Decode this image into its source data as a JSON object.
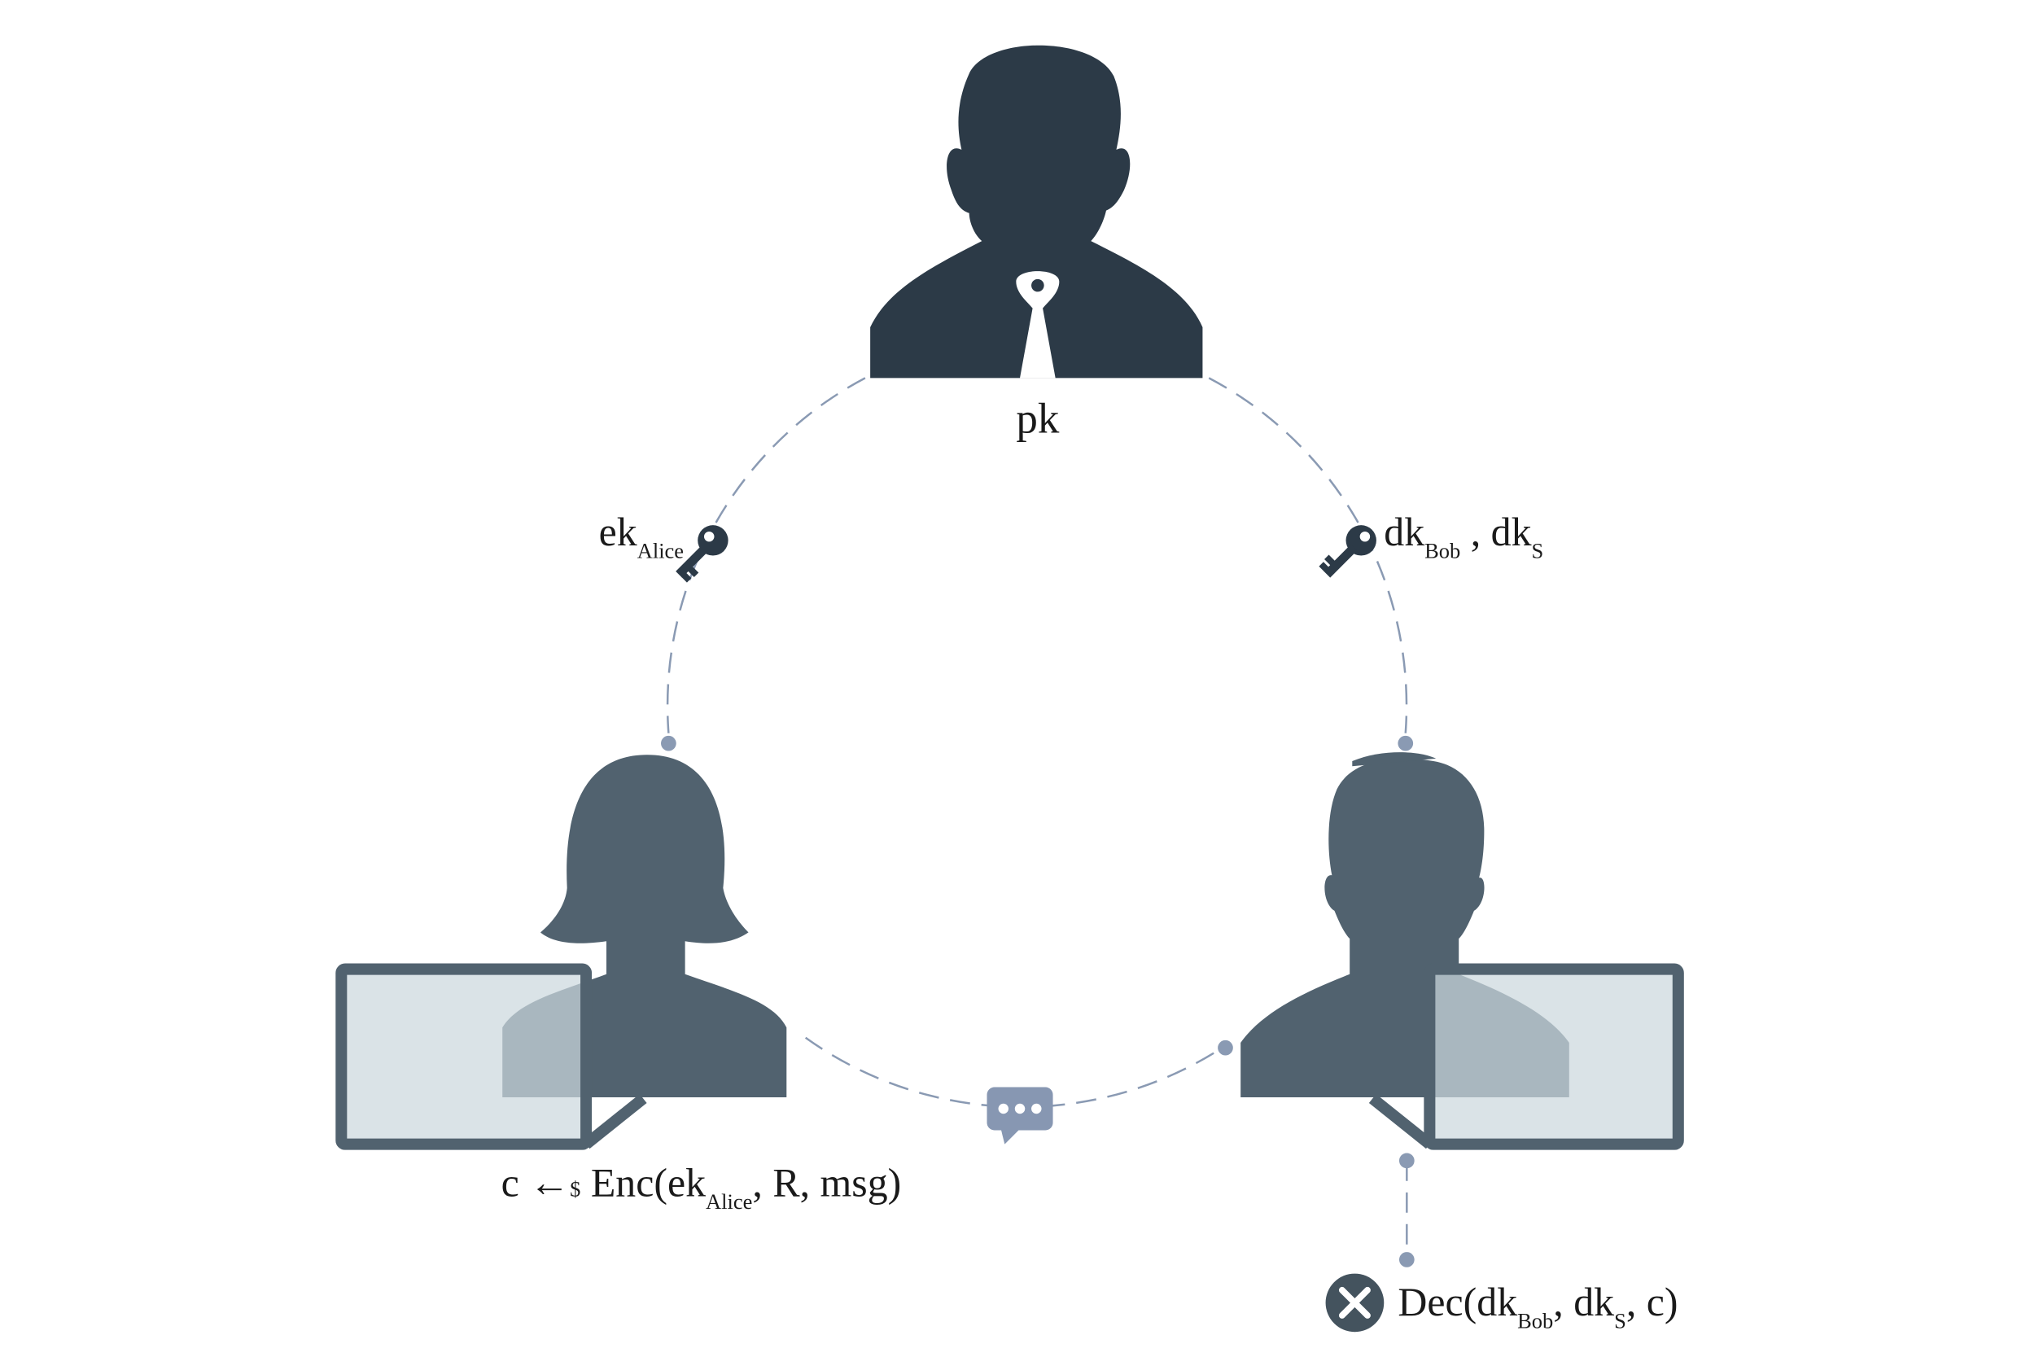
{
  "colors": {
    "authority": "#2c3a47",
    "user": "#51626f",
    "dash": "#8a9ab3",
    "screen_fill": "#ccd8de",
    "key": "#2c3a47",
    "chat": "#8797b2",
    "fail": "#44535e"
  },
  "icons": {
    "authority": "person-silhouette-icon",
    "alice": "woman-silhouette-icon",
    "bob": "man-silhouette-icon",
    "alice_key": "key-icon",
    "bob_key": "key-icon",
    "message": "chat-bubble-icon",
    "decrypt_status": "close-circle-icon"
  },
  "labels": {
    "pk": "pk",
    "ek_main": "ek",
    "ek_sub": "Alice",
    "dk1_main": "dk",
    "dk1_sub": "Bob",
    "dk_sep": " , ",
    "dk2_main": "dk",
    "dk2_sub": "S",
    "enc_prefix": "c ←",
    "enc_dollar": "$",
    "enc_open": " Enc(ek",
    "enc_sub": "Alice",
    "enc_rest": ", R, msg)",
    "dec_open": "Dec(dk",
    "dec_sub1": "Bob",
    "dec_mid": ", dk",
    "dec_sub2": "S",
    "dec_rest": ", c)"
  }
}
